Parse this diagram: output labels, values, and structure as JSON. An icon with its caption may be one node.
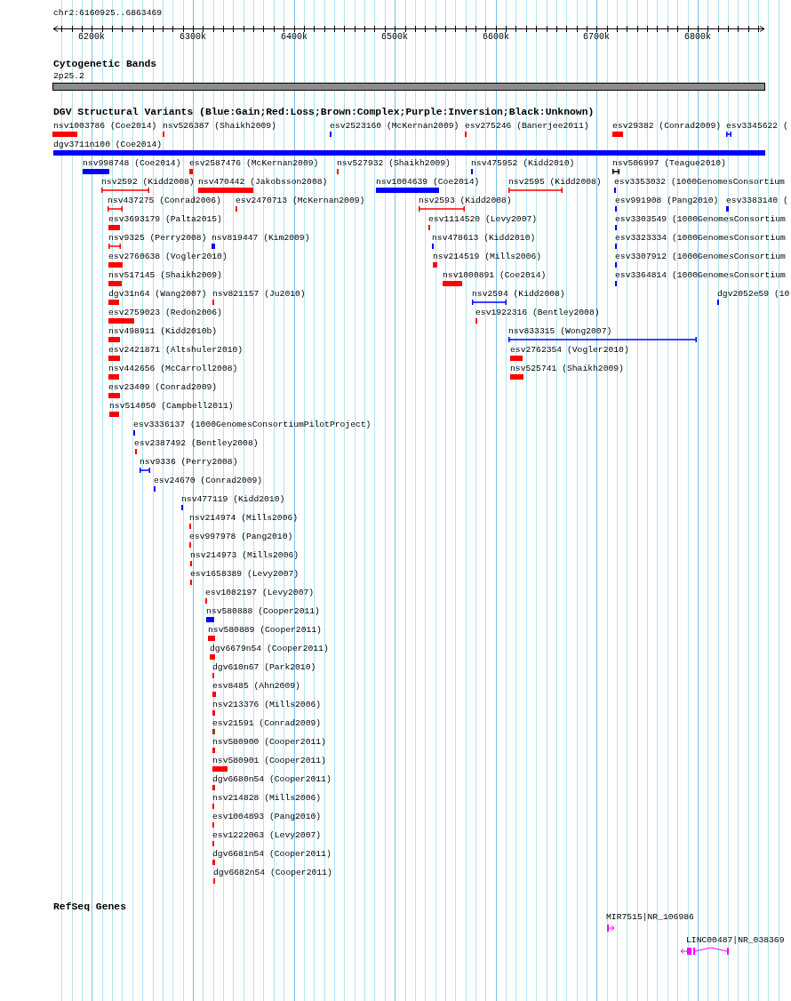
{
  "diagram": {
    "labels": [
      "chr2:6160925..6863469",
      "6200k",
      "6300k",
      "6400k",
      "6500k",
      "6600k",
      "6700k",
      "6800k",
      "Cytogenetic Bands",
      "2p25.2",
      "DGV Structural Variants (Blue:Gain;Red:Loss;Brown:Complex;Purple:Inversion;Black:Unknown)",
      "nsv1003786 (Coe2014)",
      "nsv526387 (Shaikh2009)",
      "esv2523160 (McKernan2009)",
      "esv275246 (Banerjee2011)",
      "esv29382 (Conrad2009)",
      "esv3345622 (",
      "dgv3711n100 (Coe2014)",
      "nsv998748 (Coe2014)",
      "esv2587476 (McKernan2009)",
      "nsv527932 (Shaikh2009)",
      "nsv475952 (Kidd2010)",
      "nsv506997 (Teague2010)",
      "nsv2592 (Kidd2008)",
      "nsv470442 (Jakobsson2008)",
      "nsv1004639 (Coe2014)",
      "nsv2595 (Kidd2008)",
      "esv3353032 (1000GenomesConsortium",
      "nsv437275 (Conrad2006)",
      "esv2470713 (McKernan2009)",
      "nsv2593 (Kidd2008)",
      "esv991908 (Pang2010)",
      "esv3383140 (",
      "esv3693179 (Palta2015)",
      "esv1114520 (Levy2007)",
      "esv3303549 (1000GenomesConsortium",
      "nsv9325 (Perry2008)",
      "nsv819447 (Kim2009)",
      "nsv478613 (Kidd2010)",
      "esv3323334 (1000GenomesConsortium",
      "esv2760638 (Vogler2010)",
      "nsv214519 (Mills2006)",
      "esv3307912 (1000GenomesConsortium",
      "nsv517145 (Shaikh2009)",
      "nsv1000891 (Coe2014)",
      "esv3364814 (1000GenomesConsortium",
      "dgv31n64 (Wang2007)",
      "nsv821157 (Ju2010)",
      "nsv2594 (Kidd2008)",
      "dgv2052e59 (10",
      "esv2759023 (Redon2006)",
      "esv1922316 (Bentley2008)",
      "nsv498911 (Kidd2010b)",
      "nsv833315 (Wong2007)",
      "esv2421871 (Altshuler2010)",
      "esv2762354 (Vogler2010)",
      "nsv442656 (McCarroll2008)",
      "nsv525741 (Shaikh2009)",
      "esv23409 (Conrad2009)",
      "nsv514050 (Campbell2011)",
      "esv3336137 (1000GenomesConsortiumPilotProject)",
      "esv2387492 (Bentley2008)",
      "nsv9336 (Perry2008)",
      "esv24670 (Conrad2009)",
      "nsv477119 (Kidd2010)",
      "nsv214974 (Mills2006)",
      "esv997978 (Pang2010)",
      "nsv214973 (Mills2006)",
      "esv1658389 (Levy2007)",
      "esv1082197 (Levy2007)",
      "nsv580888 (Cooper2011)",
      "nsv580889 (Cooper2011)",
      "dgv6679n54 (Cooper2011)",
      "dgv610n67 (Park2010)",
      "esv8485 (Ahn2009)",
      "nsv213376 (Mills2006)",
      "esv21591 (Conrad2009)",
      "nsv580900 (Cooper2011)",
      "nsv580901 (Cooper2011)",
      "dgv6680n54 (Cooper2011)",
      "nsv214828 (Mills2006)",
      "esv1004893 (Pang2010)",
      "esv1222063 (Levy2007)",
      "dgv6681n54 (Cooper2011)",
      "dgv6682n54 (Cooper2011)",
      "RefSeq Genes",
      "MIR7515|NR_106986",
      "LINC00487|NR_038369"
    ]
  }
}
